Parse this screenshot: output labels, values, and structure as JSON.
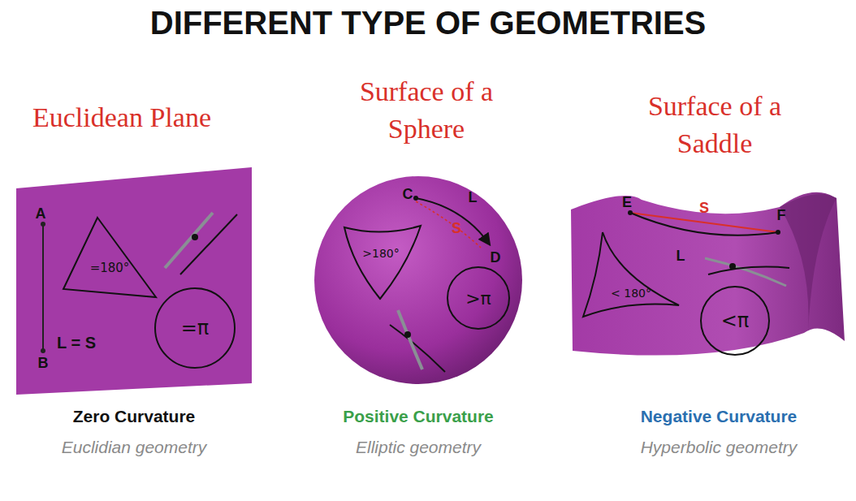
{
  "diagram": {
    "title": "DIFFERENT TYPE OF GEOMETRIES",
    "nodes": [
      {
        "text": [
          "=180°"
        ]
      },
      {
        "text": [
          "=π"
        ]
      },
      {
        "text": [
          ">180°"
        ]
      },
      {
        "text": [
          ">π"
        ]
      },
      {
        "text": [
          "< 180°"
        ]
      },
      {
        "text": [
          "<π"
        ]
      }
    ],
    "labels": [
      "Euclidean Plane",
      "Surface of a Sphere",
      "Surface of a Saddle",
      "A",
      "B",
      "L = S",
      "C",
      "L",
      "S",
      "D",
      "E",
      "S",
      "F",
      "L",
      "Zero Curvature",
      "Euclidian geometry",
      "Positive Curvature",
      "Elliptic geometry",
      "Negative Curvature",
      "Hyperbolic geometry"
    ]
  }
}
